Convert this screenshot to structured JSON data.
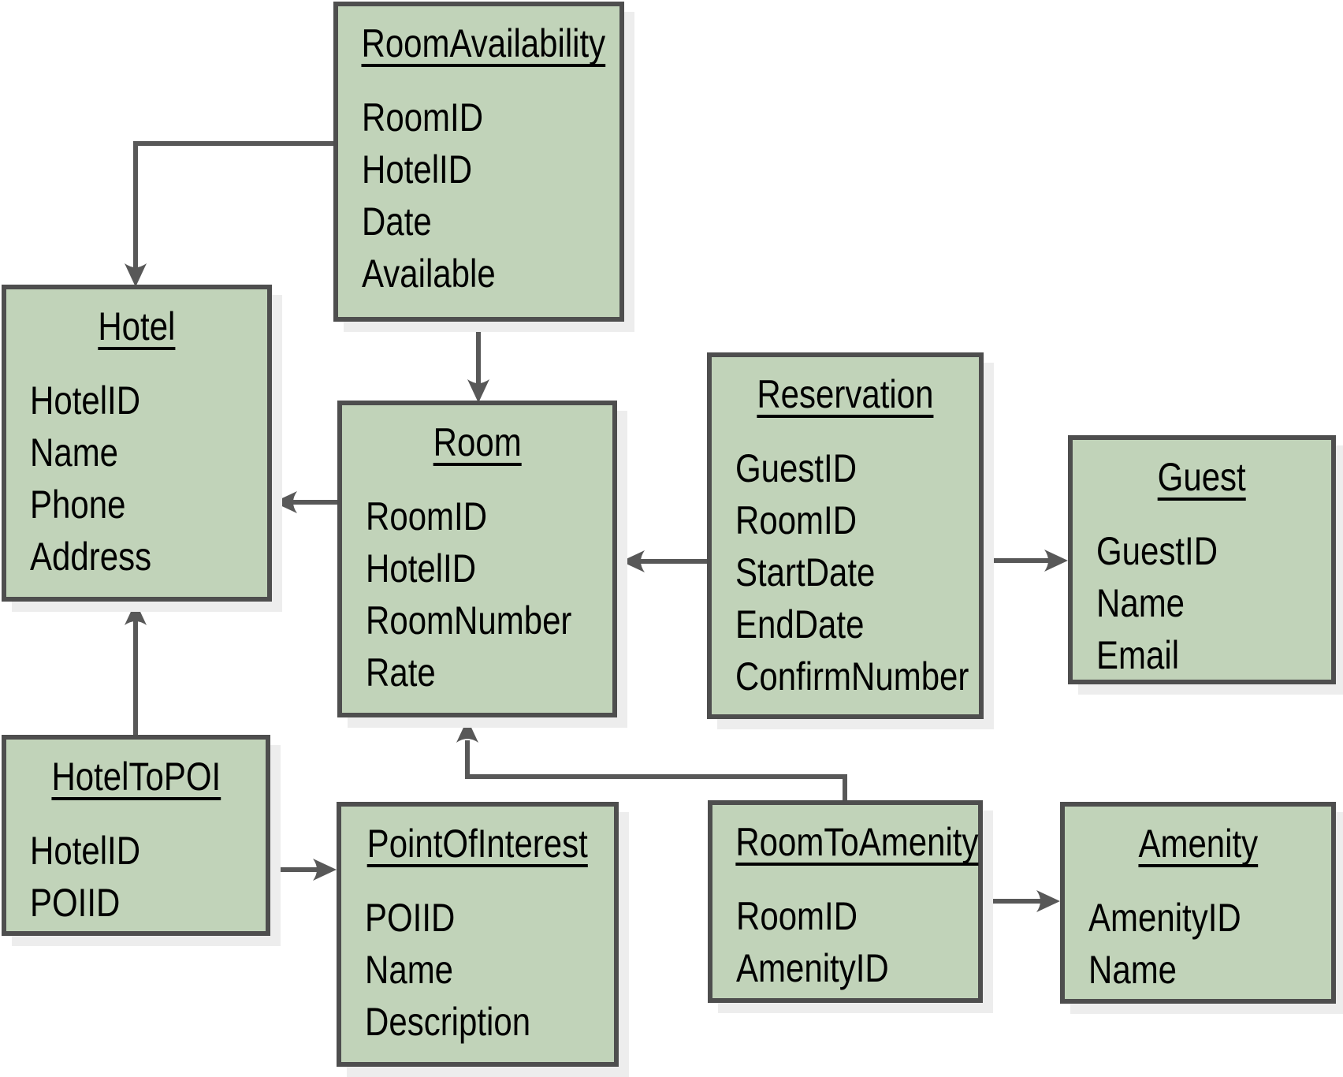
{
  "diagram": {
    "type": "entity-relationship-diagram",
    "subject": "hotel reservation database schema"
  },
  "colors": {
    "box_fill": "#c1d3b9",
    "box_border": "#4e4e4e",
    "connector": "#585858",
    "text": "#000000",
    "shadow": "#ededed",
    "background": "#ffffff"
  },
  "entities": [
    {
      "id": "room-availability",
      "title": "RoomAvailability",
      "fields": [
        "RoomID",
        "HotelID",
        "Date",
        "Available"
      ]
    },
    {
      "id": "hotel",
      "title": "Hotel",
      "fields": [
        "HotelID",
        "Name",
        "Phone",
        "Address"
      ]
    },
    {
      "id": "room",
      "title": "Room",
      "fields": [
        "RoomID",
        "HotelID",
        "RoomNumber",
        "Rate"
      ]
    },
    {
      "id": "reservation",
      "title": "Reservation",
      "fields": [
        "GuestID",
        "RoomID",
        "StartDate",
        "EndDate",
        "ConfirmNumber"
      ]
    },
    {
      "id": "guest",
      "title": "Guest",
      "fields": [
        "GuestID",
        "Name",
        "Email"
      ]
    },
    {
      "id": "hotel-to-poi",
      "title": "HotelToPOI",
      "fields": [
        "HotelID",
        "POIID"
      ]
    },
    {
      "id": "point-of-interest",
      "title": "PointOfInterest",
      "fields": [
        "POIID",
        "Name",
        "Description"
      ]
    },
    {
      "id": "room-to-amenity",
      "title": "RoomToAmenity",
      "fields": [
        "RoomID",
        "AmenityID"
      ]
    },
    {
      "id": "amenity",
      "title": "Amenity",
      "fields": [
        "AmenityID",
        "Name"
      ]
    }
  ],
  "relationships": [
    {
      "from": "RoomAvailability",
      "to": "Hotel"
    },
    {
      "from": "RoomAvailability",
      "to": "Room"
    },
    {
      "from": "Room",
      "to": "Hotel"
    },
    {
      "from": "Reservation",
      "to": "Room"
    },
    {
      "from": "Reservation",
      "to": "Guest"
    },
    {
      "from": "HotelToPOI",
      "to": "Hotel"
    },
    {
      "from": "HotelToPOI",
      "to": "PointOfInterest"
    },
    {
      "from": "RoomToAmenity",
      "to": "Room"
    },
    {
      "from": "RoomToAmenity",
      "to": "Amenity"
    }
  ]
}
